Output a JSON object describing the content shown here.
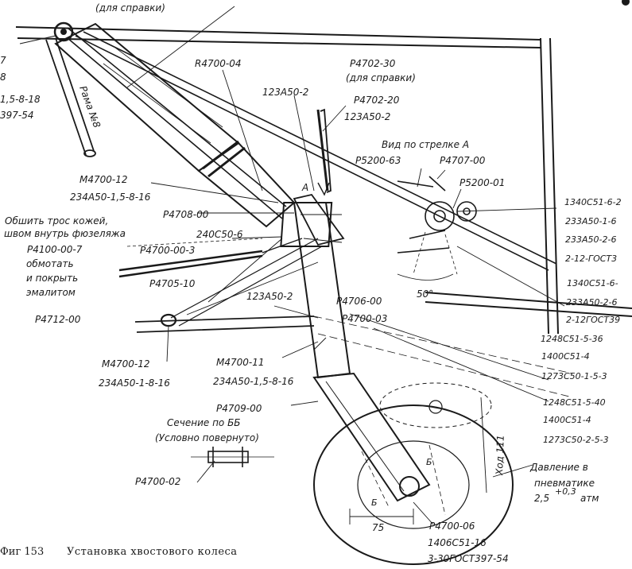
{
  "colors": {
    "ink": "#1a1a1a",
    "paper": "#ffffff"
  },
  "caption": {
    "number": "Фиг 153",
    "title": "Установка хвостового колеса"
  },
  "top": {
    "reference_note": "(для справки)",
    "frame_label": "Рама №8"
  },
  "left_edge_partial": [
    "7",
    "8",
    "1,5-8-18",
    "397-54"
  ],
  "shock_strut": {
    "lever": "R4700-04",
    "bolt_upper": "M4700-12",
    "bolt_upper_spec": "234A50-1,5-8-16",
    "bushing": "P4708-00",
    "plate": "240C50-6"
  },
  "cable": {
    "note_line1": "Обшить трос кожей,",
    "note_line2": "швом внутрь фюзеляжа",
    "cable_part": "P4100-00-7",
    "wrap_line1": "обмотать",
    "wrap_line2": "и покрыть",
    "wrap_line3": "эмалитом",
    "turnbuckle": "P4700-00-3",
    "rod": "P4705-10"
  },
  "upper_parts": {
    "ref_part": "P4702-30",
    "ref_note": "(для справки)",
    "part_20": "P4702-20",
    "pin_a": "123A50-2",
    "pin_b": "123A50-2",
    "mark_a": "A"
  },
  "view_a": {
    "title": "Вид по стрелке А",
    "p5200_63": "P5200-63",
    "p4707": "P4707-00",
    "p5200_01": "P5200-01",
    "angle": "50°"
  },
  "right_callouts": {
    "g1": [
      "1340C51-6-2",
      "233A50-1-6",
      "233A50-2-6",
      "2-12-ГОСТ3"
    ],
    "g2": [
      "1340C51-6-",
      "233A50-2-6",
      "2-12ГОСТ39"
    ],
    "g3": [
      "1248C51-5-36",
      "1400C51-4",
      "1273C50-1-5-3"
    ],
    "g4": [
      "1248C51-5-40",
      "1400C51-4",
      "1273C50-2-5-3"
    ]
  },
  "middle": {
    "p4706": "P4706-00",
    "p4700_03": "P4700-03",
    "pin_c": "123A50-2",
    "p4712": "P4712-00",
    "bolt_lower": "M4700-12",
    "bolt_lower_spec": "234A50-1-8-16",
    "bolt_m11": "M4700-11",
    "bolt_m11_spec": "234A50-1,5-8-16",
    "fork": "P4709-00"
  },
  "section": {
    "title": "Сечение по ББ",
    "subtitle": "(Условно повернуто)",
    "part": "P4700-02"
  },
  "wheel": {
    "travel": "Ход 111",
    "pressure_line1": "Давление в",
    "pressure_line2": "пневматике",
    "pressure_value": "2,5",
    "pressure_tol": "+0,3",
    "pressure_unit": "атм",
    "dim": "75",
    "axle": "P4700-06",
    "axle_bolt": "1406C51-16",
    "axle_gost": "3-30ГОСТ397-54",
    "section_mark": "Б"
  }
}
